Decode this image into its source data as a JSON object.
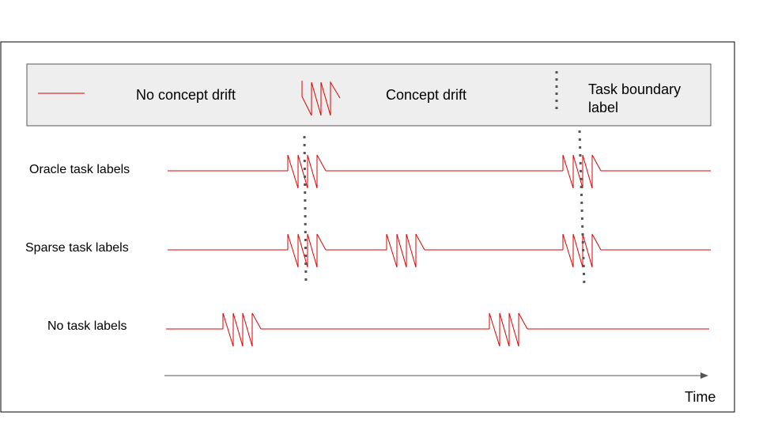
{
  "colors": {
    "drift_line": "#dd0000",
    "boundary": "#555555",
    "legend_fill": "#eeeeee",
    "legend_border": "#555555",
    "frame_border": "#000000",
    "time_axis": "#555555"
  },
  "legend": {
    "no_drift_label": "No concept drift",
    "drift_label": "Concept drift",
    "boundary_label_line1": "Task boundary",
    "boundary_label_line2": "label"
  },
  "rows": [
    {
      "id": "oracle",
      "label": "Oracle task labels"
    },
    {
      "id": "sparse",
      "label": "Sparse task labels"
    },
    {
      "id": "none",
      "label": "No task labels"
    }
  ],
  "axis": {
    "label": "Time"
  }
}
